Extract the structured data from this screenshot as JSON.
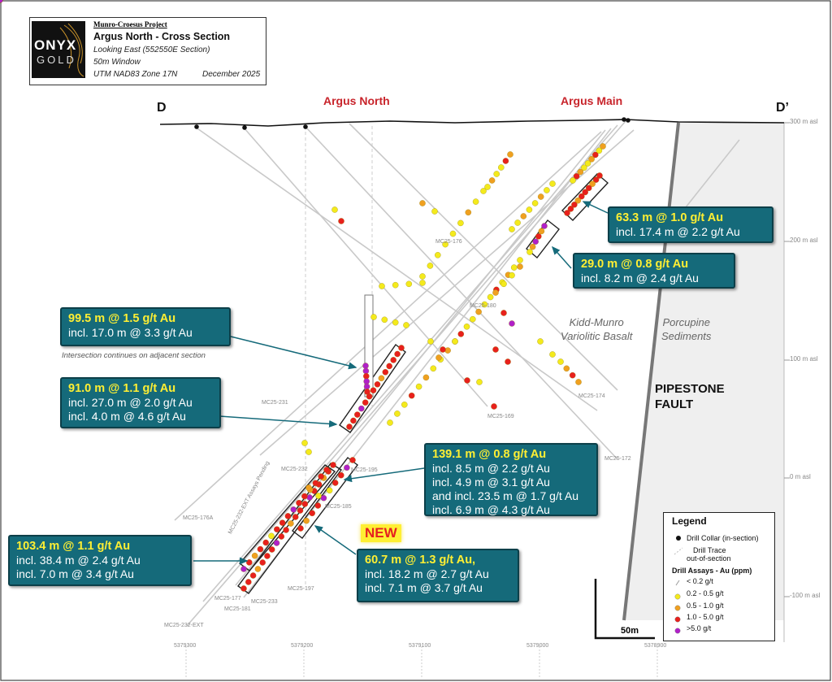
{
  "title_block": {
    "logo_line1": "ONYX",
    "logo_line2": "GOLD",
    "project": "Munro-Croesus Project",
    "title": "Argus North - Cross Section",
    "line1": "Looking East (552550E Section)",
    "line2": "50m Window",
    "line3": "UTM NAD83 Zone 17N",
    "date": "December 2025"
  },
  "section_ends": {
    "left": "D",
    "right": "D’"
  },
  "zones": {
    "north": "Argus North",
    "main": "Argus Main"
  },
  "geology": {
    "basalt": [
      "Kidd-Munro",
      "Variolitic Basalt"
    ],
    "sediments": [
      "Porcupine",
      "Sediments"
    ],
    "fault": [
      "PIPESTONE",
      "FAULT"
    ]
  },
  "elevations": [
    "300 m asl",
    "200 m asl",
    "100 m asl",
    "0 m asl",
    "-100 m asl"
  ],
  "northings": [
    "5379300",
    "5379200",
    "5379100",
    "5379000",
    "5378900"
  ],
  "holes": [
    "MC25-176",
    "MC25-180",
    "MC25-174",
    "MC25-169",
    "MC25-172",
    "MC25-231",
    "MC25-232",
    "MC25-195",
    "MC25-185",
    "MC25-176A",
    "MC25-232-EXT Assays Pending",
    "MC25-177",
    "MC25-181",
    "MC25-233",
    "MC25-197",
    "MC25-232-EXT"
  ],
  "callouts": {
    "c1": {
      "head": "63.3 m @ 1.0 g/t Au",
      "lines": [
        "incl. 17.4 m @ 2.2 g/t Au"
      ]
    },
    "c2": {
      "head": "29.0 m @ 0.8 g/t Au",
      "lines": [
        "incl. 8.2 m @ 2.4 g/t Au"
      ]
    },
    "c3": {
      "head": "99.5 m @ 1.5 g/t Au",
      "lines": [
        "incl. 17.0 m @ 3.3 g/t Au"
      ]
    },
    "c4": {
      "head": "91.0 m @ 1.1 g/t Au",
      "lines": [
        "incl. 27.0 m @ 2.0 g/t Au",
        "incl. 4.0 m @ 4.6 g/t Au"
      ]
    },
    "c5": {
      "head": "139.1 m @ 0.8 g/t Au",
      "lines": [
        "incl. 8.5 m @ 2.2 g/t Au",
        "incl. 4.9 m @ 3.1 g/t Au",
        "and incl. 23.5 m @ 1.7 g/t Au",
        "incl. 6.9 m @ 4.3 g/t Au"
      ]
    },
    "c6": {
      "head": "103.4 m @ 1.1 g/t Au",
      "lines": [
        "incl. 38.4 m @ 2.4 g/t Au",
        "incl. 7.0 m @ 3.4 g/t Au"
      ]
    },
    "c7": {
      "head": "60.7 m @ 1.3 g/t Au,",
      "lines": [
        "incl. 18.2 m @ 2.7 g/t Au",
        "incl. 7.1 m @ 3.7 g/t Au"
      ]
    }
  },
  "note": "Intersection continues on adjacent section",
  "new_badge": "NEW",
  "legend": {
    "title": "Legend",
    "collar": "Drill Collar (in-section)",
    "trace": [
      "Drill Trace",
      "out-of-section"
    ],
    "assays_title": "Drill Assays - Au (ppm)",
    "bins": [
      "< 0.2 g/t",
      "0.2 - 0.5 g/t",
      "0.5 - 1.0 g/t",
      "1.0 - 5.0 g/t",
      ">5.0 g/t"
    ],
    "colors": [
      "#999999",
      "#f4ea1c",
      "#f0a020",
      "#e8201c",
      "#b020c8"
    ]
  },
  "scale_label": "50m"
}
